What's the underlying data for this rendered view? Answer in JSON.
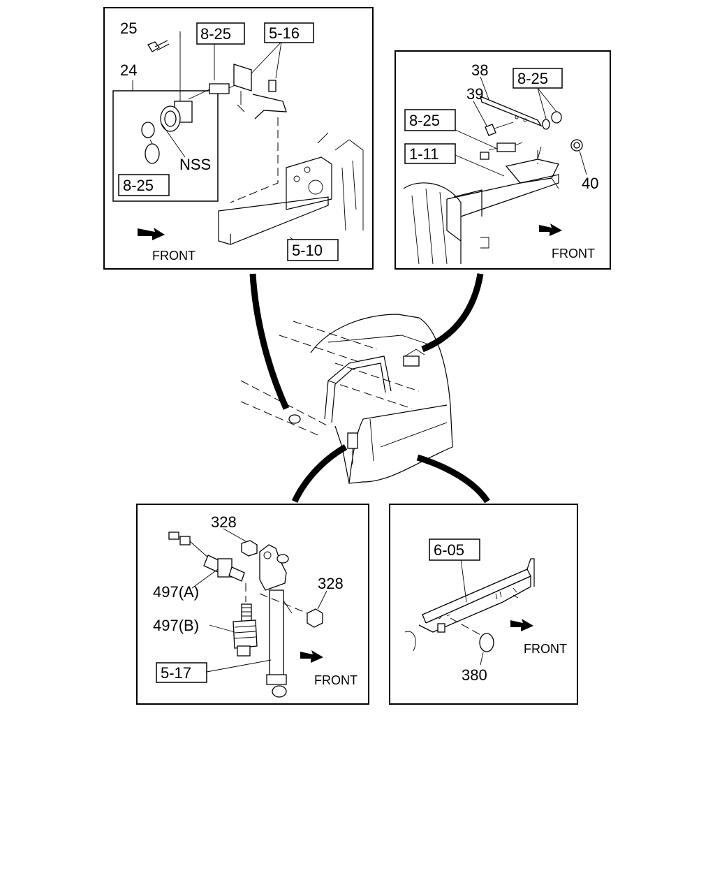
{
  "top_left": {
    "labels": {
      "p25": "25",
      "p24": "24",
      "nss": "NSS"
    },
    "refs": {
      "r825_top": "8-25",
      "r516": "5-16",
      "r825_bottom": "8-25",
      "r510": "5-10"
    },
    "front": "FRONT"
  },
  "top_right": {
    "labels": {
      "p38": "38",
      "p39": "39",
      "p40": "40"
    },
    "refs": {
      "r825_right": "8-25",
      "r825_left": "8-25",
      "r111": "1-11"
    },
    "front": "FRONT"
  },
  "bottom_left": {
    "labels": {
      "p328_top": "328",
      "p328_right": "328",
      "p497a": "497(A)",
      "p497b": "497(B)"
    },
    "refs": {
      "r517": "5-17"
    },
    "front": "FRONT"
  },
  "bottom_right": {
    "labels": {
      "p380": "380"
    },
    "refs": {
      "r605": "6-05"
    },
    "front": "FRONT"
  }
}
